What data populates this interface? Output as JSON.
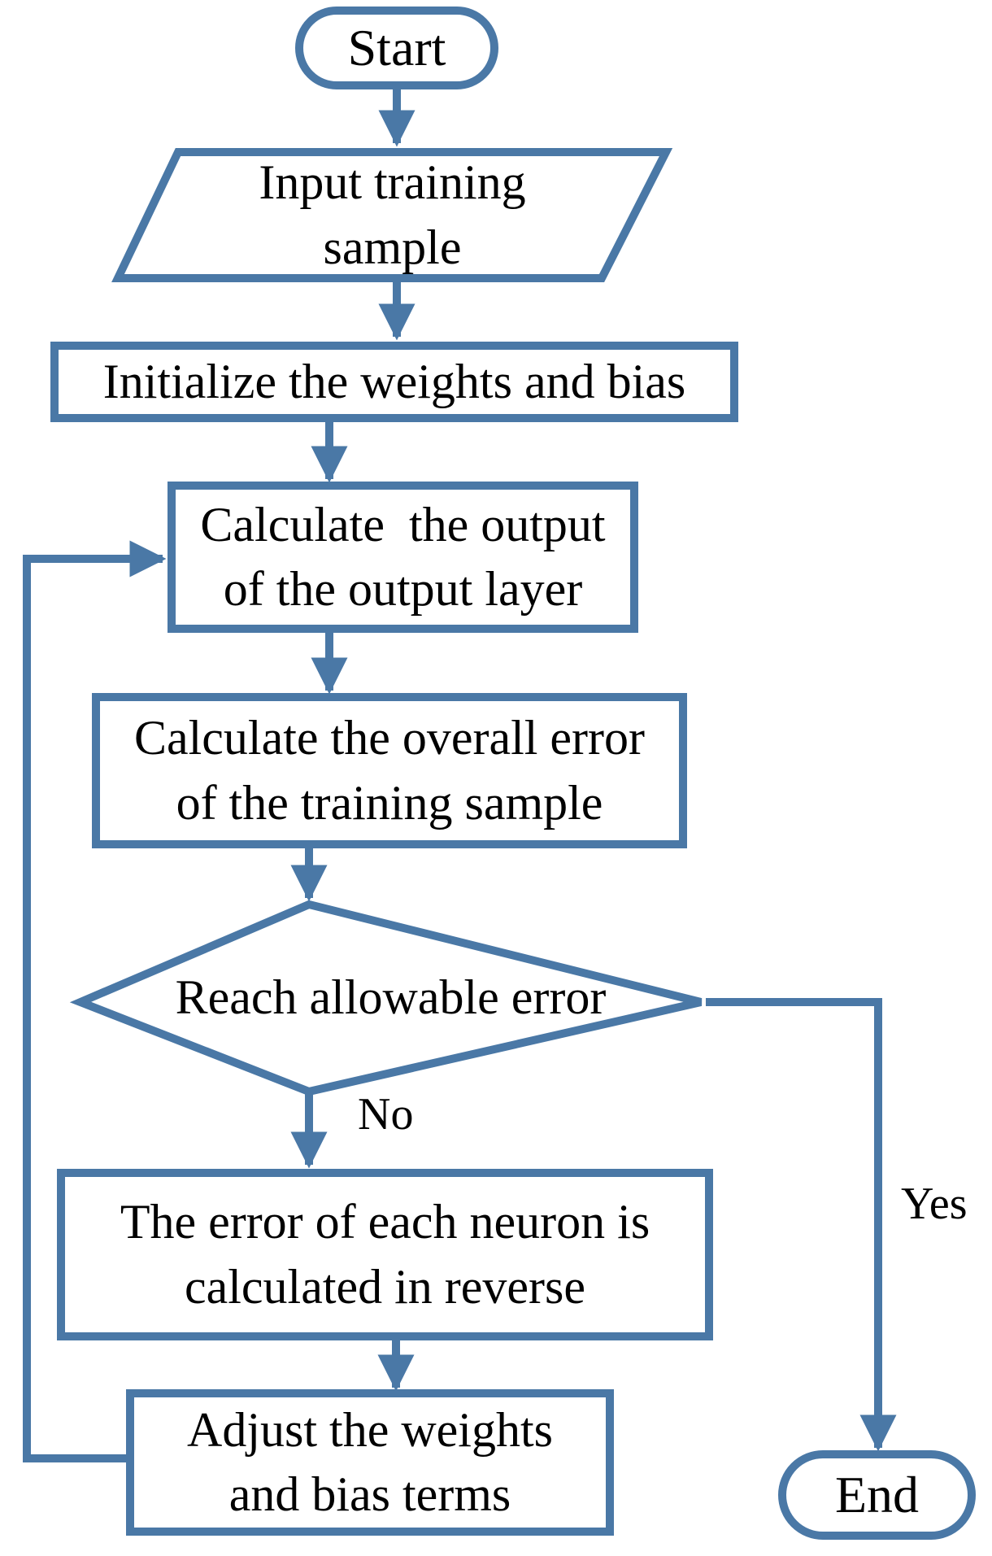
{
  "diagram": {
    "type": "flowchart",
    "colors": {
      "line": "#4A78A6",
      "text": "#000000",
      "background": "#FFFFFF"
    },
    "nodes": {
      "start": {
        "type": "terminator",
        "label": "Start"
      },
      "input": {
        "type": "input-output",
        "label": "Input training\nsample"
      },
      "init": {
        "type": "process",
        "label": "Initialize the weights and bias"
      },
      "calc_output": {
        "type": "process",
        "label": "Calculate  the output\nof the output layer"
      },
      "calc_error": {
        "type": "process",
        "label": "Calculate the overall error\nof the training sample"
      },
      "decision": {
        "type": "decision",
        "label": "Reach allowable error"
      },
      "backprop": {
        "type": "process",
        "label": "The error of each neuron is\ncalculated in reverse"
      },
      "adjust": {
        "type": "process",
        "label": "Adjust the weights\nand bias terms"
      },
      "end": {
        "type": "terminator",
        "label": "End"
      }
    },
    "edge_labels": {
      "no": "No",
      "yes": "Yes"
    }
  }
}
